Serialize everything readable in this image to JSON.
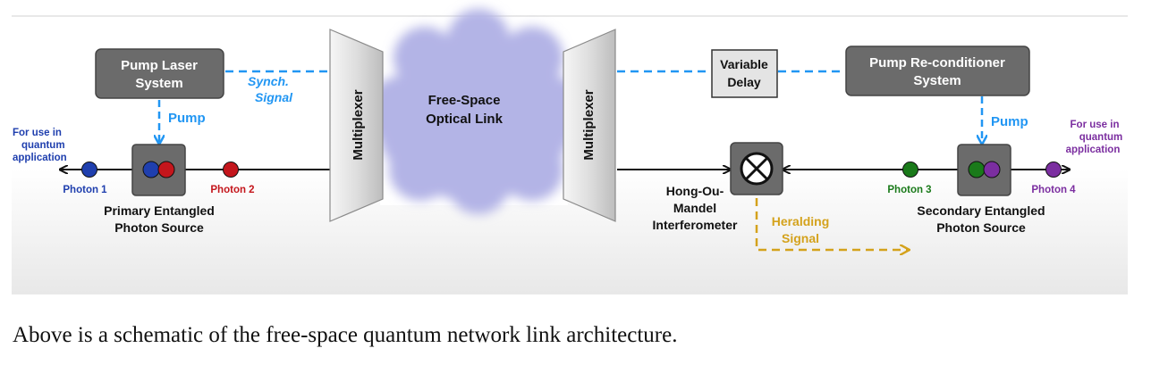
{
  "diagram": {
    "pump_laser": [
      "Pump Laser",
      "System"
    ],
    "synch_signal": [
      "Synch.",
      "Signal"
    ],
    "pump_left": "Pump",
    "for_use_left": [
      "For use in",
      "quantum",
      "application"
    ],
    "photon1": "Photon 1",
    "photon2": "Photon 2",
    "primary_source": [
      "Primary Entangled",
      "Photon Source"
    ],
    "multiplexer_left": "Multiplexer",
    "free_space": [
      "Free-Space",
      "Optical Link"
    ],
    "multiplexer_right": "Multiplexer",
    "variable_delay": [
      "Variable",
      "Delay"
    ],
    "pump_reconditioner": [
      "Pump Re-conditioner",
      "System"
    ],
    "pump_right": "Pump",
    "for_use_right": [
      "For use in",
      "quantum",
      "application"
    ],
    "hom": [
      "Hong-Ou-",
      "Mandel",
      "Interferometer"
    ],
    "heralding": [
      "Heralding",
      "Signal"
    ],
    "photon3": "Photon 3",
    "photon4": "Photon 4",
    "secondary_source": [
      "Secondary Entangled",
      "Photon Source"
    ]
  },
  "caption": "Above is a schematic of the free-space quantum network link architecture.",
  "colors": {
    "photon_blue": "#1f3fae",
    "photon_red": "#c4161c",
    "photon_green": "#1a7a1a",
    "photon_purple": "#7b2ea0",
    "signal_blue": "#2196f3",
    "heralding_gold": "#d4a21c",
    "cloud": "#b3b4e6",
    "box_gray": "#6b6b6b"
  }
}
